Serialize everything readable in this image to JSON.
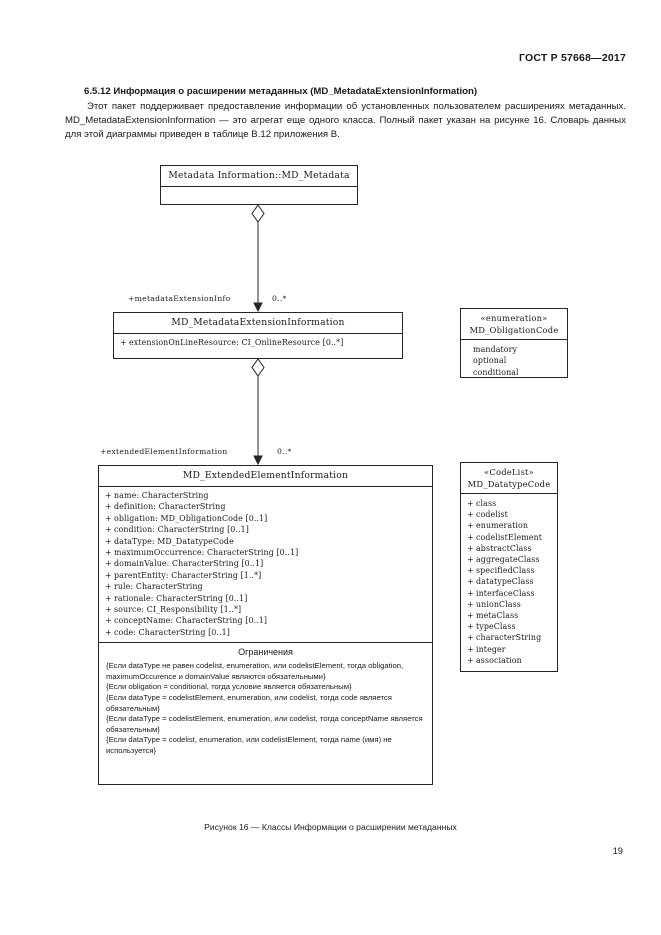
{
  "header": {
    "standard": "ГОСТ Р 57668—2017"
  },
  "section": {
    "title": "6.5.12 Информация о расширении метаданных (MD_MetadataExtensionInformation)",
    "paragraph": "Этот пакет поддерживает предоставление информации об установленных пользователем расширениях метаданных. MD_MetadataExtensionInformation — это агрегат еще одного класса. Полный пакет указан на рисунке 16. Словарь данных для этой диаграммы приведен в таблице В.12 приложения В."
  },
  "diagram": {
    "md_metadata": {
      "name": "Metadata Information::MD_Metadata",
      "attributes": []
    },
    "extension_info": {
      "name": "MD_MetadataExtensionInformation",
      "attributes": [
        "extensionOnLineResource:  CI_OnlineResource [0..*]"
      ]
    },
    "extended_element": {
      "name": "MD_ExtendedElementInformation",
      "attributes": [
        "name: CharacterString",
        "definition: CharacterString",
        "obligation: MD_ObligationCode [0..1]",
        "condition: CharacterString [0..1]",
        "dataType: MD_DatatypeCode",
        "maximumOccurrence: CharacterString [0..1]",
        "domainValue: CharacterString  [0..1]",
        "parentEntity: CharacterString [1..*]",
        "rule: CharacterString",
        "rationale: CharacterString [0..1]",
        "source: CI_Responsibility [1..*]",
        "conceptName: CharacterString [0..1]",
        "code: CharacterString [0..1]"
      ],
      "constraints_title": "Ограничения",
      "constraints": [
        "{Если dataType не равен codelist, enumeration, или codelistElement, тогда obligation, maximumOccurence и domainValue являются обязательными}",
        "{Если obligation = conditional, тогда условие является обязательным}",
        "{Если dataType = codelistElement, enumeration, или codelist, тогда code является обязательным}",
        "{Если dataType = codelistElement, enumeration, или codelist, тогда conceptName является обязательным}",
        "{Если dataType = codelist, enumeration, или codelistElement, тогда name (имя) не используется}"
      ]
    },
    "obligation_code": {
      "stereotype": "«enumeration»",
      "name": "MD_ObligationCode",
      "values": [
        "mandatory",
        "optional",
        "conditional"
      ]
    },
    "datatype_code": {
      "stereotype": "«CodeList»",
      "name": "MD_DatatypeCode",
      "values": [
        "class",
        "codelist",
        "enumeration",
        "codelistElement",
        "abstractClass",
        "aggregateClass",
        "specifiedClass",
        "datatypeClass",
        "interfaceClass",
        "unionClass",
        "metaClass",
        "typeClass",
        "characterString",
        "integer",
        "association"
      ]
    },
    "associations": {
      "role_1": "+metadataExtensionInfo",
      "multiplicity_1": "0..*",
      "role_2": "+extendedElementInformation",
      "multiplicity_2": "0..*"
    }
  },
  "caption": "Рисунок 16 — Классы Информации о расширении метаданных",
  "page_number": "19"
}
